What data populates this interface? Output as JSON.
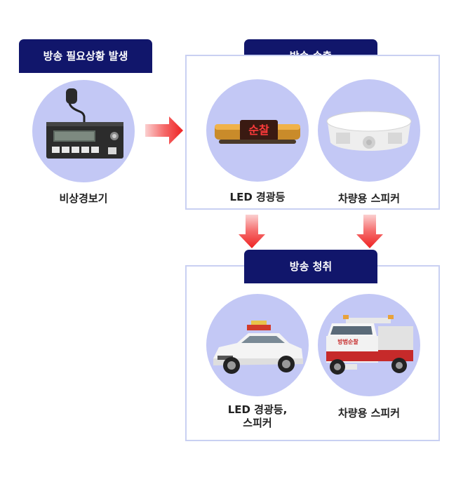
{
  "stages": {
    "trigger": "방송 필요상황 발생",
    "transmit": "방송 송출",
    "receive": "방송 청취"
  },
  "devices": {
    "alarm": "비상경보기",
    "led_light": "LED 경광등",
    "speaker_1": "차량용 스피커",
    "car_led_line1": "LED 경광등,",
    "car_led_line2": "스피커",
    "speaker_2": "차량용 스피커"
  },
  "led_sign_text": "순찰",
  "truck_sign_text": "방범순찰",
  "colors": {
    "tab_navy": "#11166b",
    "circle_fill": "#c3c8f5",
    "panel_border": "#c9d0f2",
    "arrow_red": "#f03a3a"
  }
}
